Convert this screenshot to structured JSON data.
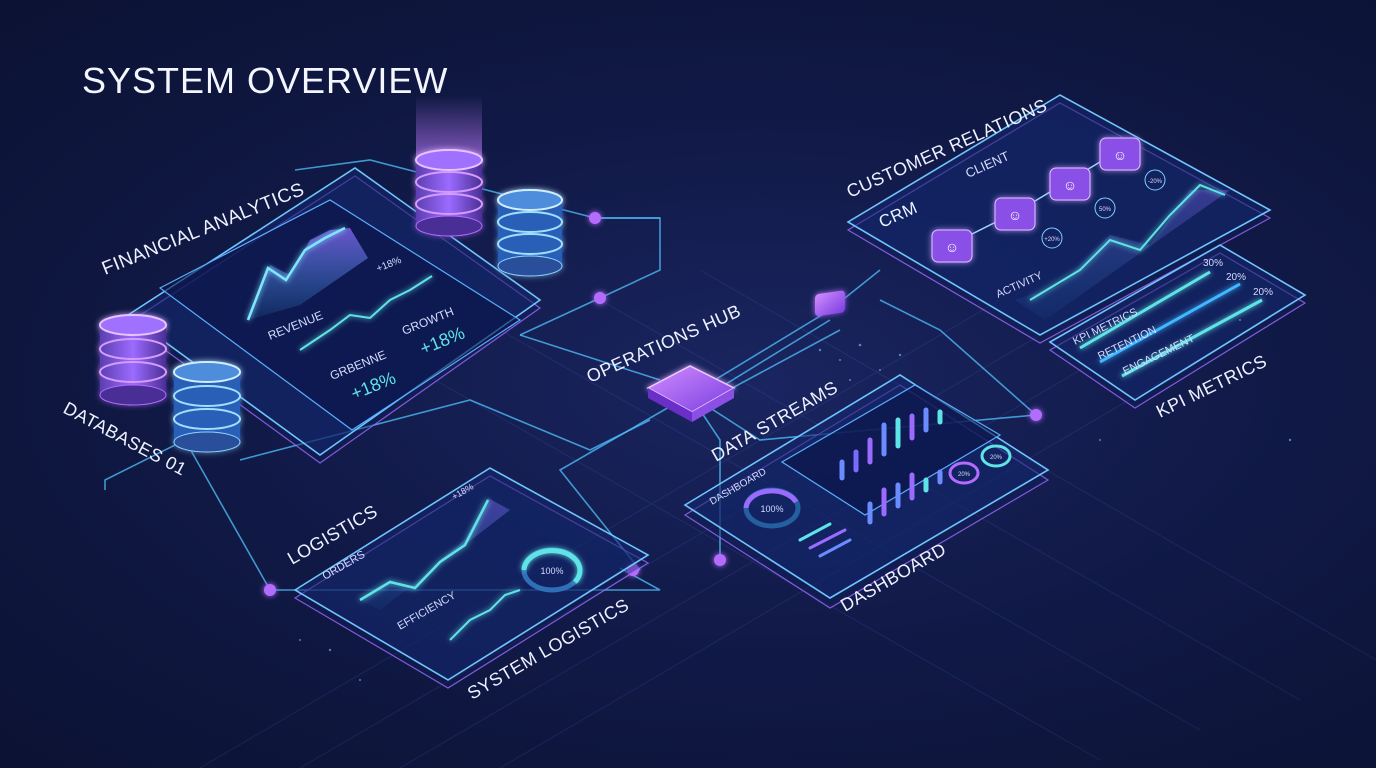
{
  "title": "SYSTEM OVERVIEW",
  "labels": {
    "financial_analytics": "FINANCIAL ANALYTICS",
    "databases": "DATABASES 01",
    "operations_hub": "OPERATIONS HUB",
    "customer_relations": "CUSTOMER RELATIONS",
    "kpi_metrics": "KPI METRICS",
    "data_streams": "DATA STREAMS",
    "dashboard": "DASHBOARD",
    "logistics": "LOGISTICS",
    "system_logistics": "SYSTEM LOGISTICS"
  },
  "financial": {
    "revenue": "REVENUE",
    "growth_label": "GROWTH",
    "growth_value": "+18%",
    "grbenne_label": "GRBENNE",
    "grbenne_value": "+18%",
    "chart_tag": "+18%"
  },
  "crm": {
    "crm": "CRM",
    "client": "CLIENT",
    "activity": "ACTIVITY",
    "badge1": "+20%",
    "badge2": "50%",
    "badge3": "-20%"
  },
  "kpi": {
    "kpi_metrics": "KPI METRICS",
    "retention": "RETENTION",
    "engagement": "ENGAGEMENT",
    "v1": "30%",
    "v2": "20%",
    "v3": "20%"
  },
  "dash": {
    "dashboard": "DASHBOARD",
    "gauge": "100%",
    "ring1": "20%",
    "ring2": "20%"
  },
  "logistics": {
    "orders": "ORDERS",
    "efficiency": "EFFICIENCY",
    "tag": "+18%",
    "gauge": "100%"
  },
  "colors": {
    "accent_cyan": "#4fc3ff",
    "accent_violet": "#b46cff",
    "background": "#111a48"
  }
}
